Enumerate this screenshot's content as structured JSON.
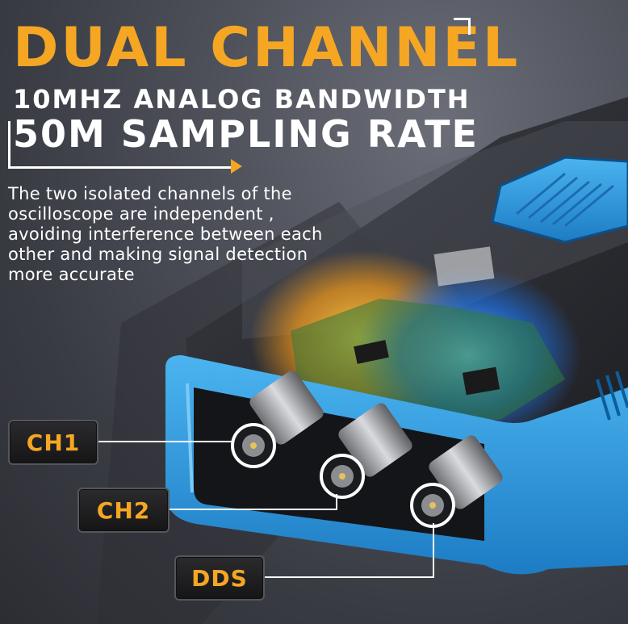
{
  "headline": {
    "title": "DUAL CHANNEL",
    "line2": "10MHZ ANALOG BANDWIDTH",
    "line3": "50M SAMPLING RATE"
  },
  "description": "The two isolated channels of the oscilloscope are independent , avoiding interference between each other and making signal detection more accurate",
  "labels": {
    "ch1": "CH1",
    "ch2": "CH2",
    "dds": "DDS"
  },
  "colors": {
    "accent": "#f5a623",
    "device_blue": "#2f9ae0",
    "background": "#3f4149"
  }
}
